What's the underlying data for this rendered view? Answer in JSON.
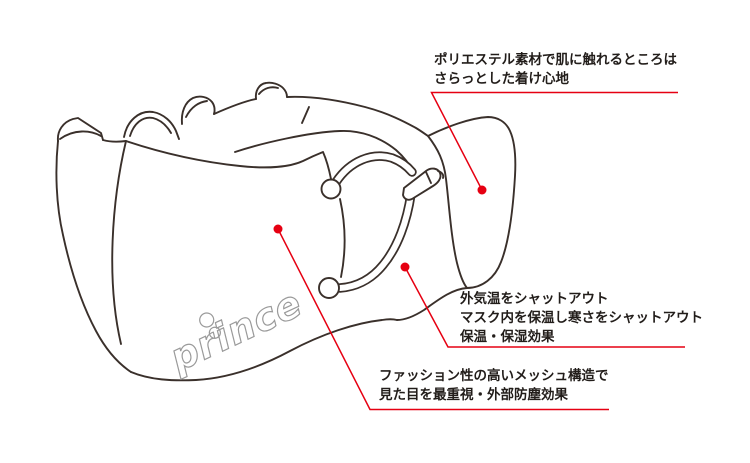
{
  "colors": {
    "accent_red": "#e60012",
    "line_art": "#3a302b",
    "text": "#221d1a",
    "logo_outline": "#9a9a9a",
    "background": "#ffffff"
  },
  "logo": {
    "text": "prince"
  },
  "annotations": {
    "fabric": {
      "line1": "ポリエステル素材で肌に触れるところは",
      "line2": "さらっとした着け心地"
    },
    "warmth": {
      "line1": "外気温をシャットアウト",
      "line2": "マスク内を保温し寒さをシャットアウト",
      "line3": "保温・保湿効果"
    },
    "mesh": {
      "line1": "ファッション性の高いメッシュ構造で",
      "line2": "見た目を最重視・外部防塵効果"
    }
  }
}
